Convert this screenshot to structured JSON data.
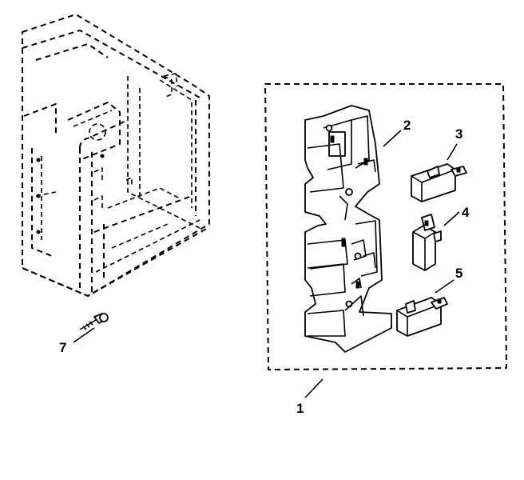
{
  "callouts": {
    "part_1": "1",
    "part_2": "2",
    "part_3": "3",
    "part_4": "4",
    "part_5": "5",
    "part_7": "7"
  }
}
